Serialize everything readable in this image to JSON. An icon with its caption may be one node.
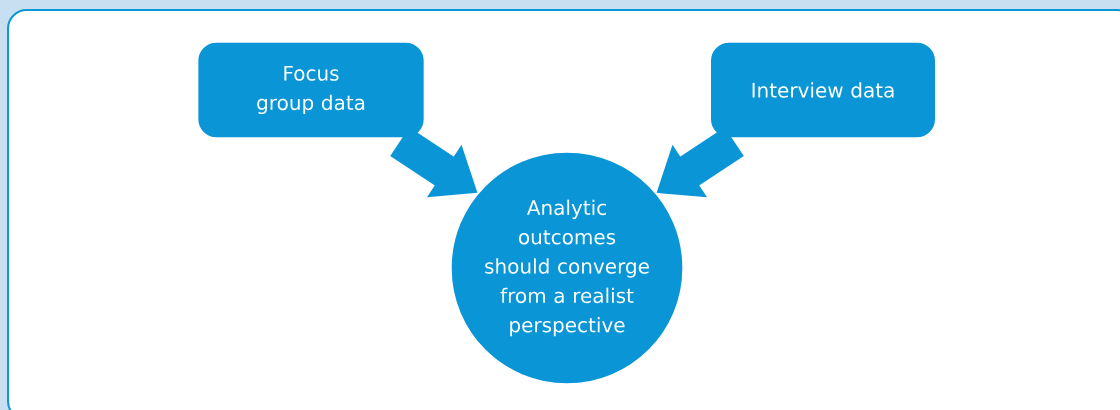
{
  "diagram": {
    "nodes": [
      {
        "text": [
          "Focus group data"
        ]
      },
      {
        "text": [
          "Interview data"
        ]
      },
      {
        "text": [
          "Analytic outcomes should converge from a realist perspective"
        ]
      }
    ],
    "edges": [
      {
        "from": 0,
        "to": 2,
        "arrow": "to"
      },
      {
        "from": 1,
        "to": 2,
        "arrow": "to"
      }
    ]
  }
}
